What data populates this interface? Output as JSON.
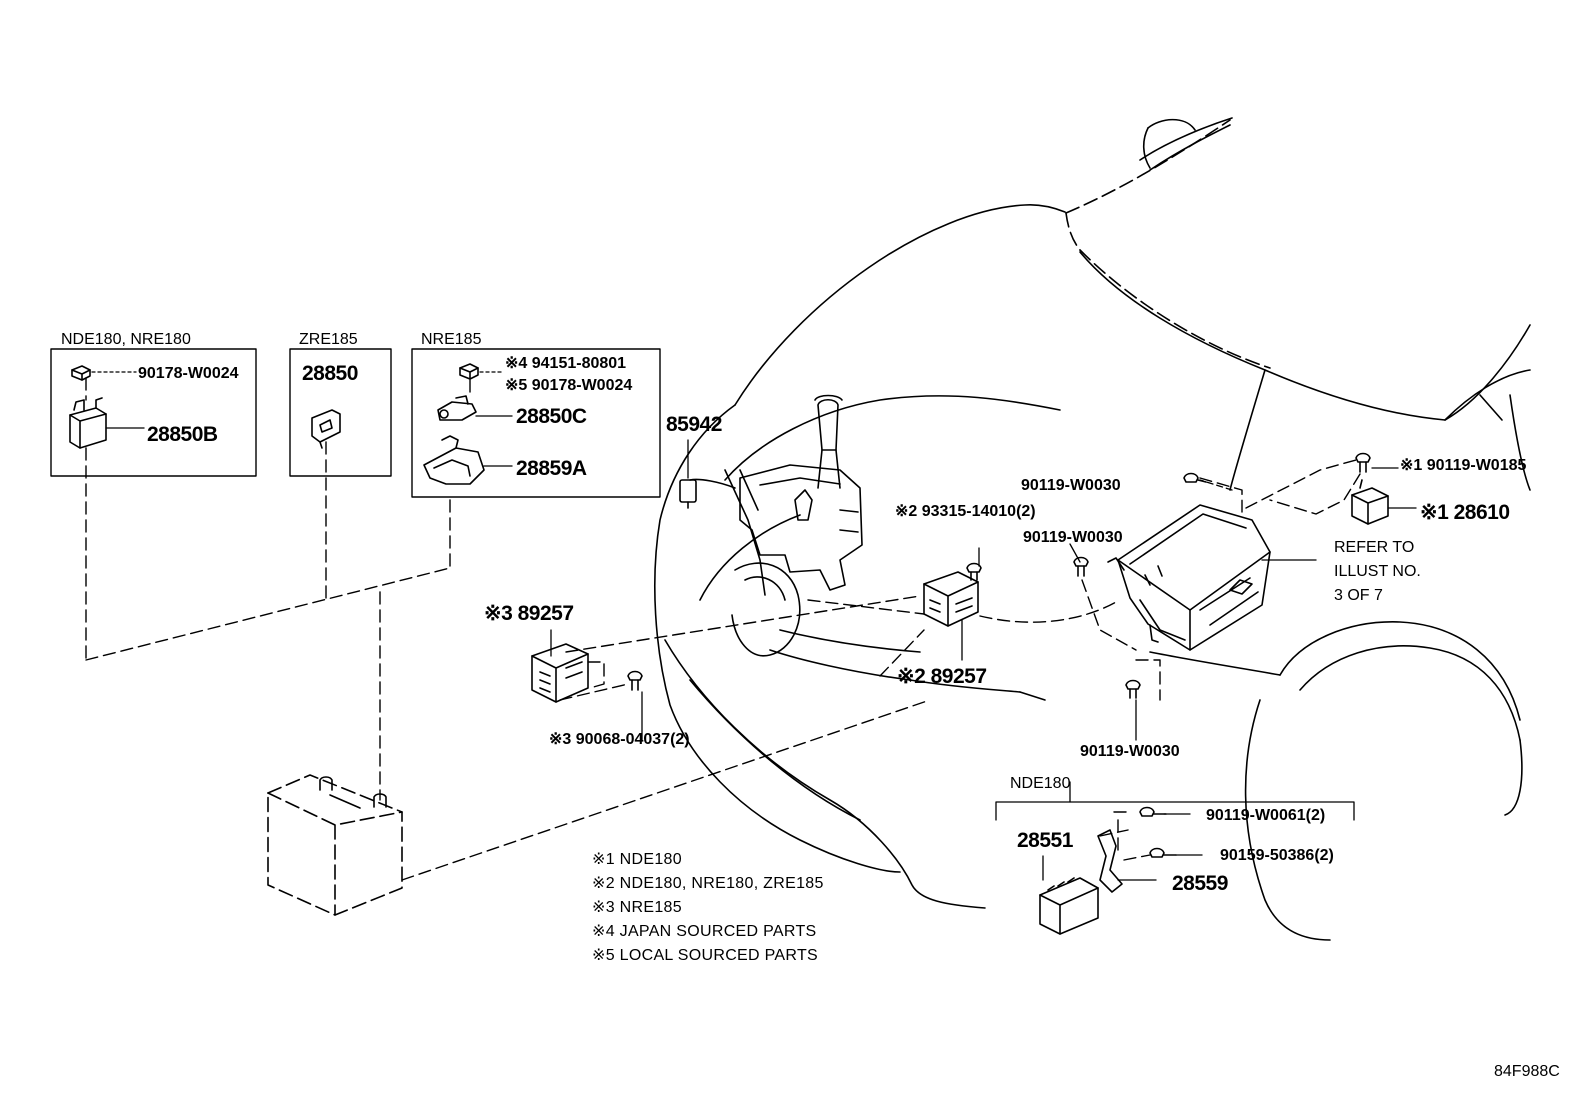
{
  "groups": {
    "g1": "NDE180, NRE180",
    "g2": "ZRE185",
    "g3": "NRE185",
    "g4": "NDE180"
  },
  "parts": {
    "p90178_a": "90178-W0024",
    "p28850B": "28850B",
    "p28850": "28850",
    "p94151": "※4 94151-80801",
    "p90178_b": "※5 90178-W0024",
    "p28850C": "28850C",
    "p28859A": "28859A",
    "p85942": "85942",
    "p89257_3": "※3  89257",
    "p90068": "※3  90068-04037(2)",
    "p93315": "※2 93315-14010(2)",
    "p89257_2": "※2  89257",
    "p90119_w0030_a": "90119-W0030",
    "p90119_w0030_b": "90119-W0030",
    "p90119_w0030_c": "90119-W0030",
    "p90119_w0185": "※1 90119-W0185",
    "p28610": "※1 28610",
    "p28551": "28551",
    "p90119_w0061": "90119-W0061(2)",
    "p90159": "90159-50386(2)",
    "p28559": "28559"
  },
  "refer": {
    "line1": "REFER TO",
    "line2": "ILLUST NO.",
    "line3": "3 OF 7"
  },
  "notes": [
    "※1 NDE180",
    "※2 NDE180, NRE180, ZRE185",
    "※3 NRE185",
    "※4 JAPAN SOURCED PARTS",
    "※5 LOCAL SOURCED PARTS"
  ],
  "figure_id": "84F988C"
}
